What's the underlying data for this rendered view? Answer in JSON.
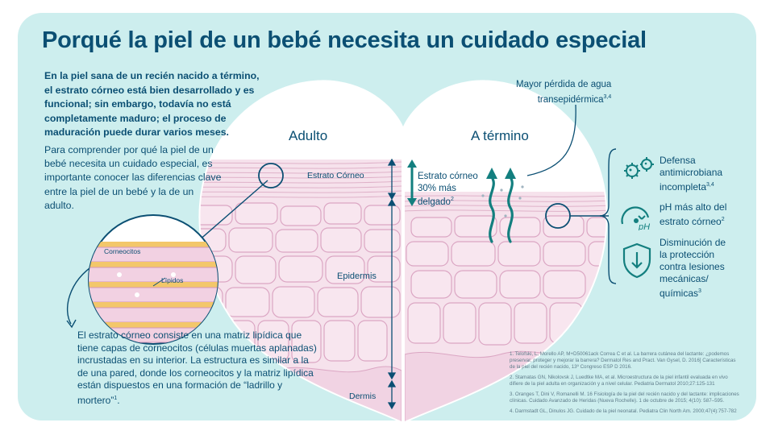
{
  "title": "Porqué la piel de un bebé necesita un cuidado especial",
  "intro": "En la piel sana de un recién nacido a término, el estrato córneo está bien desarrollado y es funcional; sin embargo, todavía no está completamente maduro; el proceso de maduración puede durar varios meses.",
  "para2": "Para comprender por qué la piel de un bebé necesita un cuidado especial, es importante conocer las diferencias clave entre la piel de un bebé y la de un adulto.",
  "para3": "El estrato córneo consiste en una matriz lipídica que tiene capas de corneocitos (células muertas aplanadas) incrustadas en su interior. La estructura es similar a la de una pared, donde los corneocitos y la matriz lipídica están dispuestos en una formación de “ladrillo y mortero”",
  "para3_sup": "1",
  "labels": {
    "adulto": "Adulto",
    "termino": "A término",
    "estrato_corneo": "Estrato Córneo",
    "epidermis": "Epidermis",
    "dermis": "Dermis",
    "corneocitos": "Corneocitos",
    "lipidos": "Lípidos",
    "thinner_l1": "Estrato córneo",
    "thinner_l2": "30% más",
    "thinner_l3": "delgado",
    "thinner_sup": "2",
    "water_l1": "Mayor pérdida de agua",
    "water_l2": "transepidérmica",
    "water_sup": "3,4"
  },
  "features": [
    {
      "icon": "bacteria-icon",
      "text": "Defensa antimicrobiana incompleta",
      "sup": "3,4"
    },
    {
      "icon": "ph-icon",
      "text": "pH más alto del estrato córneo",
      "sup": "2"
    },
    {
      "icon": "shield-icon",
      "text": "Disminución de la protección contra lesiones mecánicas/ químicas",
      "sup": "3"
    }
  ],
  "references": [
    "1. Telofski, L, Morello AP, M+D50061ack Correa C et al. La barrera cutánea del lactante: ¿podemos preservar, proteger y mejorar la barrera? Dermatol Res and Pract. Van Gysel, D. 2016] Características de la piel del recién nacido, 13º Congreso ESP D 2016.",
    "2. Stamatas GN, Nikolovsk J, Luedtke MA, et al. Microestructura de la piel infantil evaluada en vivo difiere de la piel adulta en organización y a nivel celular. Pediatria Dermatol 2010;27:125-131",
    "3. Oranges T, Dini V, Romanelli M. 16 Fisiología de la piel del recién nacido y del lactante: implicaciones clínicas. Cuidado Avanzado de Heridas (Nueva Rochelle). 1 de octubre de 2015; 4(10): 587–595.",
    "4. Darmstadt GL, Dinulos JG. Cuidado de la piel neonatal. Pediatra Clin North Am. 2000;47(4):757-782"
  ],
  "colors": {
    "background": "#cdeeee",
    "navy": "#0b4f73",
    "teal": "#137f7f",
    "skin": "#f3dbe8",
    "skin_line": "#dba6c3"
  }
}
